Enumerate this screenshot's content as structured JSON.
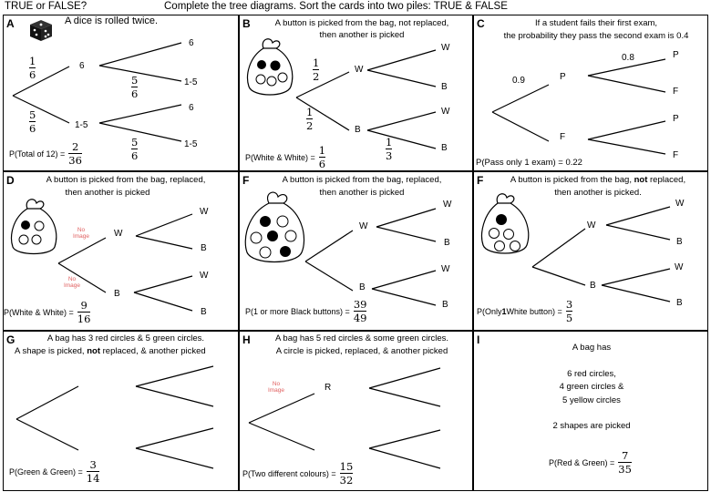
{
  "header": {
    "left": "TRUE or FALSE?",
    "center": "Complete the tree diagrams.   Sort the cards into two piles: TRUE & FALSE"
  },
  "cards": {
    "A": {
      "letter": "A",
      "title": "A dice is rolled twice.",
      "branch1_top": "6",
      "branch1_bottom": "1-5",
      "b2a": "6",
      "b2b": "1-5",
      "b2c": "6",
      "b2d": "1-5",
      "p_top": {
        "n": "1",
        "d": "6"
      },
      "p_bottom": {
        "n": "5",
        "d": "6"
      },
      "p_mid": {
        "n": "5",
        "d": "6"
      },
      "p_low": {
        "n": "5",
        "d": "6"
      },
      "result": "P(Total of 12) =",
      "result_frac": {
        "n": "2",
        "d": "36"
      }
    },
    "B": {
      "letter": "B",
      "title1": "A button is picked from the bag, not replaced,",
      "title2": "then another is picked",
      "b1_top": "W",
      "b1_bottom": "B",
      "b2a": "W",
      "b2b": "B",
      "b2c": "W",
      "b2d": "B",
      "p_top": {
        "n": "1",
        "d": "2"
      },
      "p_bottom": {
        "n": "1",
        "d": "2"
      },
      "p_low": {
        "n": "1",
        "d": "3"
      },
      "result": "P(White & White) =",
      "result_frac": {
        "n": "1",
        "d": "6"
      }
    },
    "C": {
      "letter": "C",
      "title1": "If a student fails their first exam,",
      "title2": "the probability they pass the second exam is 0.4",
      "b1_top": "P",
      "b1_bottom": "F",
      "b2a": "P",
      "b2b": "F",
      "b2c": "P",
      "b2d": "F",
      "p_first": "0.9",
      "p_second": "0.8",
      "result": "P(Pass only 1 exam) = 0.22"
    },
    "D": {
      "letter": "D",
      "title1": "A button is picked from the bag, replaced,",
      "title2": "then another is picked",
      "b1_top": "W",
      "b1_bottom": "B",
      "b2a": "W",
      "b2b": "B",
      "b2c": "W",
      "b2d": "B",
      "noimg1": "No Image",
      "noimg2": "No Image",
      "result": "P(White & White) =",
      "result_frac": {
        "n": "9",
        "d": "16"
      }
    },
    "F1": {
      "letter": "F",
      "title1": "A button is picked from the bag, replaced,",
      "title2": "then another is picked",
      "b1_top": "W",
      "b1_bottom": "B",
      "b2a": "W",
      "b2b": "B",
      "b2c": "W",
      "b2d": "B",
      "result": "P(1 or more Black buttons) =",
      "result_frac": {
        "n": "39",
        "d": "49"
      }
    },
    "F2": {
      "letter": "F",
      "title1a": "A button is picked from the bag, ",
      "title1b": "not",
      "title1c": " replaced,",
      "title2": "then another is picked.",
      "b1_top": "W",
      "b1_bottom": "B",
      "b2a": "W",
      "b2b": "B",
      "b2c": "W",
      "b2d": "B",
      "result_a": "P(Only ",
      "result_b": "1",
      "result_c": " White button) =",
      "result_frac": {
        "n": "3",
        "d": "5"
      }
    },
    "G": {
      "letter": "G",
      "title1": "A bag has 3 red circles & 5 green circles.",
      "title2a": "A shape is picked, ",
      "title2b": "not",
      "title2c": " replaced, & another picked",
      "result": "P(Green & Green) =",
      "result_frac": {
        "n": "3",
        "d": "14"
      }
    },
    "H": {
      "letter": "H",
      "title1": "A bag has 5 red circles & some green circles.",
      "title2": "A circle is picked, replaced, & another picked",
      "b1_top": "R",
      "noimg": "No Image",
      "result": "P(Two different colours) =",
      "result_frac": {
        "n": "15",
        "d": "32"
      }
    },
    "I": {
      "letter": "I",
      "line1": "A bag has",
      "line2": "6 red circles,",
      "line3": "4 green circles &",
      "line4": "5 yellow circles",
      "line5": "2 shapes are picked",
      "result": "P(Red & Green) =",
      "result_frac": {
        "n": "7",
        "d": "35"
      }
    }
  },
  "colors": {
    "line": "#000000",
    "noimage": "#e06060",
    "button": "#000000"
  }
}
